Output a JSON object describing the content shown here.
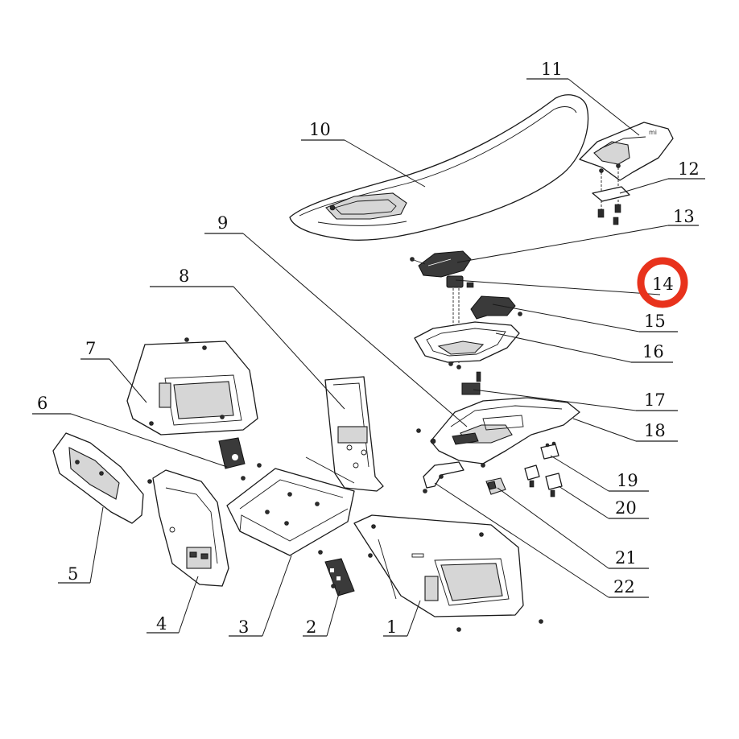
{
  "highlight": {
    "callout": "14",
    "color": "#e8321c"
  },
  "callouts": [
    {
      "id": "1",
      "label": "1",
      "part": "lower-side-cover-panel"
    },
    {
      "id": "2",
      "label": "2",
      "part": "connector-block"
    },
    {
      "id": "3",
      "label": "3",
      "part": "battery-tray"
    },
    {
      "id": "4",
      "label": "4",
      "part": "battery-cover"
    },
    {
      "id": "5",
      "label": "5",
      "part": "left-bracket-housing"
    },
    {
      "id": "6",
      "label": "6",
      "part": "relay-module"
    },
    {
      "id": "7",
      "label": "7",
      "part": "upper-side-cover-panel"
    },
    {
      "id": "8",
      "label": "8",
      "part": "rear-mount-plate"
    },
    {
      "id": "9",
      "label": "9",
      "part": "rear-fender-frame"
    },
    {
      "id": "10",
      "label": "10",
      "part": "seat"
    },
    {
      "id": "11",
      "label": "11",
      "part": "rear-tail-cap"
    },
    {
      "id": "12",
      "label": "12",
      "part": "tail-cap-bracket"
    },
    {
      "id": "13",
      "label": "13",
      "part": "seat-latch"
    },
    {
      "id": "14",
      "label": "14",
      "part": "latch-clip"
    },
    {
      "id": "15",
      "label": "15",
      "part": "latch-lever"
    },
    {
      "id": "16",
      "label": "16",
      "part": "seat-base-frame"
    },
    {
      "id": "17",
      "label": "17",
      "part": "fender-clip"
    },
    {
      "id": "18",
      "label": "18",
      "part": "rear-fender"
    },
    {
      "id": "19",
      "label": "19",
      "part": "small-bracket"
    },
    {
      "id": "20",
      "label": "20",
      "part": "rubber-block"
    },
    {
      "id": "21",
      "label": "21",
      "part": "rubber-mount"
    },
    {
      "id": "22",
      "label": "22",
      "part": "support-bracket"
    }
  ]
}
